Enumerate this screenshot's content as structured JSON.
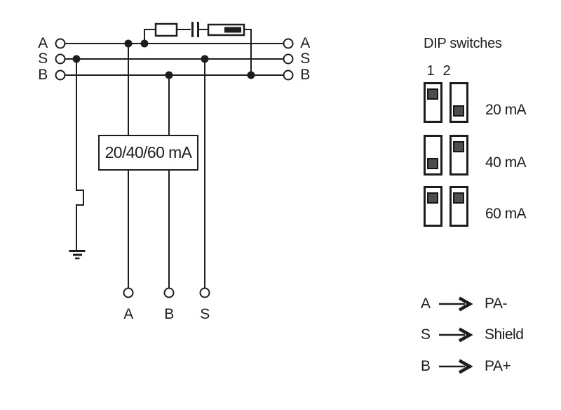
{
  "diagram": {
    "left_terminals": [
      "A",
      "S",
      "B"
    ],
    "right_terminals": [
      "A",
      "S",
      "B"
    ],
    "bottom_terminals": [
      "A",
      "B",
      "S"
    ],
    "current_box_label": "20/40/60 mA",
    "components": [
      "resistor",
      "capacitor",
      "fuse",
      "earth-ground"
    ]
  },
  "dip_panel": {
    "title": "DIP switches",
    "switch_numbers": [
      "1",
      "2"
    ],
    "rows": [
      {
        "label": "20 mA",
        "switch1": "up",
        "switch2": "down"
      },
      {
        "label": "40 mA",
        "switch1": "down",
        "switch2": "up"
      },
      {
        "label": "60 mA",
        "switch1": "up",
        "switch2": "up"
      }
    ]
  },
  "mapping_legend": {
    "rows": [
      {
        "terminal": "A",
        "signal": "PA-"
      },
      {
        "terminal": "S",
        "signal": "Shield"
      },
      {
        "terminal": "B",
        "signal": "PA+"
      }
    ]
  },
  "colors": {
    "line": "#1d1d1b",
    "switch_knob_fill": "#4d4d4d",
    "background": "#ffffff"
  }
}
